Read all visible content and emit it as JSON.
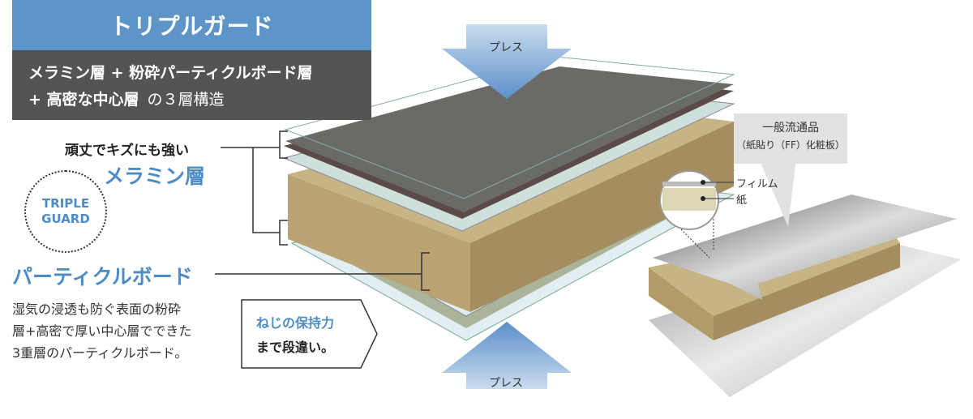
{
  "header": {
    "title": "トリプルガード",
    "subtitle_line1": "メラミン層 + 粉砕パーティクルボード層",
    "subtitle_line2_bold": "+ 高密な中心層",
    "subtitle_line2_light": "の３層構造"
  },
  "labels": {
    "melamine_caption": "頑丈でキズにも強い",
    "melamine": "メラミン層",
    "particleboard": "パーティクルボード"
  },
  "badge": {
    "line1": "TRIPLE",
    "line2": "GUARD"
  },
  "description": [
    "湿気の浸透も防ぐ表面の粉砕",
    "層+高密で厚い中心層でできた",
    "3重層のパーティクルボード。"
  ],
  "callout": {
    "line1": "ねじの保持力",
    "line2": "まで段違い。"
  },
  "press": {
    "top": "プレス",
    "bottom": "プレス"
  },
  "comparison": {
    "title": "一般流通品",
    "subtitle": "（紙貼り（FF）化粧板）",
    "film": "フィルム",
    "paper": "紙"
  },
  "colors": {
    "accent": "#5e95c8",
    "dark": "#545454",
    "board": "#c9b688"
  }
}
